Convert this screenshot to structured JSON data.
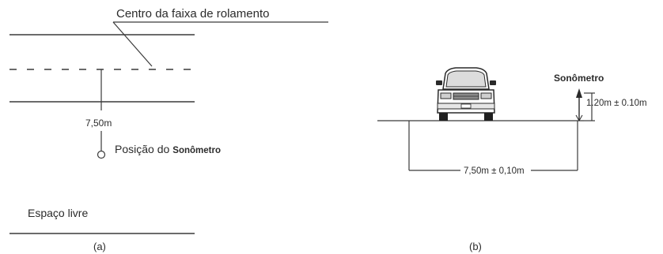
{
  "panel_a": {
    "lane_center_label": "Centro da faixa de rolamento",
    "distance_label": "7,50m",
    "position_label_prefix": "Posição do",
    "position_label_word": "Sonômetro",
    "free_space_label": "Espaço livre",
    "caption": "(a)"
  },
  "panel_b": {
    "meter_label": "Sonômetro",
    "height_label": "1.20m ± 0.10m",
    "distance_label": "7,50m ± 0,10m",
    "caption": "(b)"
  }
}
